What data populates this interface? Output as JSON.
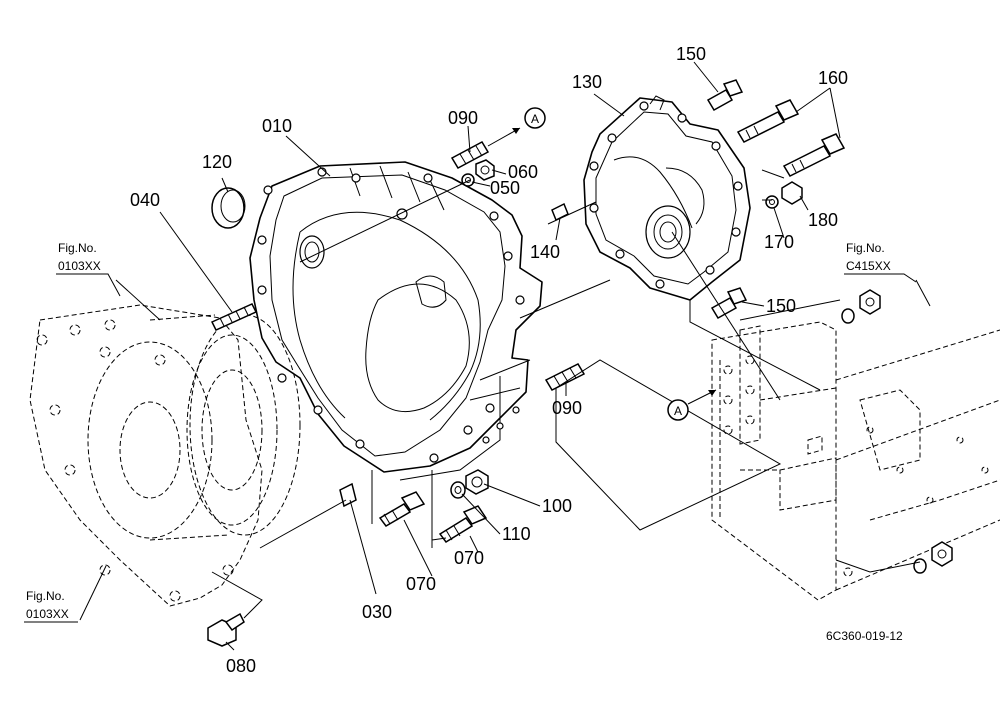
{
  "callouts": [
    {
      "id": "010",
      "text": "010"
    },
    {
      "id": "030",
      "text": "030"
    },
    {
      "id": "040",
      "text": "040"
    },
    {
      "id": "050",
      "text": "050"
    },
    {
      "id": "060",
      "text": "060"
    },
    {
      "id": "070a",
      "text": "070"
    },
    {
      "id": "070b",
      "text": "070"
    },
    {
      "id": "080",
      "text": "080"
    },
    {
      "id": "090a",
      "text": "090"
    },
    {
      "id": "090b",
      "text": "090"
    },
    {
      "id": "100",
      "text": "100"
    },
    {
      "id": "110",
      "text": "110"
    },
    {
      "id": "120",
      "text": "120"
    },
    {
      "id": "130",
      "text": "130"
    },
    {
      "id": "140",
      "text": "140"
    },
    {
      "id": "150a",
      "text": "150"
    },
    {
      "id": "150b",
      "text": "150"
    },
    {
      "id": "160",
      "text": "160"
    },
    {
      "id": "170",
      "text": "170"
    },
    {
      "id": "180",
      "text": "180"
    }
  ],
  "figure_refs": [
    {
      "id": "left-top",
      "line1": "Fig.No.",
      "line2": "0103XX"
    },
    {
      "id": "left-bottom",
      "line1": "Fig.No.",
      "line2": "0103XX"
    },
    {
      "id": "right",
      "line1": "Fig.No.",
      "line2": "C415XX"
    }
  ],
  "markers": [
    {
      "id": "a-top",
      "text": "A"
    },
    {
      "id": "a-bottom",
      "text": "A"
    }
  ],
  "drawing_code": "6C360-019-12"
}
